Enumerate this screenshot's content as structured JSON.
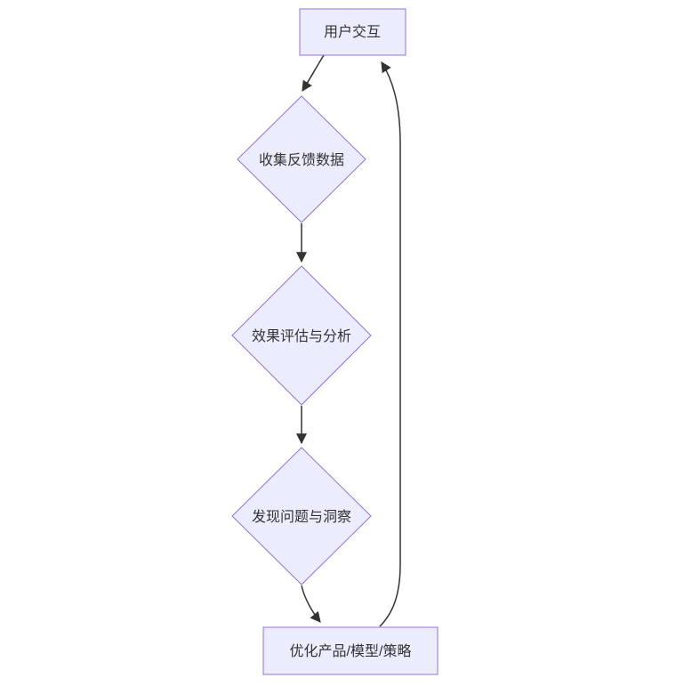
{
  "diagram": {
    "type": "flowchart",
    "direction": "top-down",
    "nodes": [
      {
        "id": "user-interaction",
        "label": "用户交互",
        "shape": "rectangle"
      },
      {
        "id": "collect-feedback",
        "label": "收集反馈数据",
        "shape": "diamond"
      },
      {
        "id": "evaluate-analyze",
        "label": "效果评估与分析",
        "shape": "diamond"
      },
      {
        "id": "discover-insights",
        "label": "发现问题与洞察",
        "shape": "diamond"
      },
      {
        "id": "optimize",
        "label": "优化产品/模型/策略",
        "shape": "rectangle"
      }
    ],
    "edges": [
      {
        "from": "user-interaction",
        "to": "collect-feedback",
        "arrow": true
      },
      {
        "from": "collect-feedback",
        "to": "evaluate-analyze",
        "arrow": true
      },
      {
        "from": "evaluate-analyze",
        "to": "discover-insights",
        "arrow": true
      },
      {
        "from": "discover-insights",
        "to": "optimize",
        "arrow": true
      },
      {
        "from": "optimize",
        "to": "user-interaction",
        "arrow": true,
        "kind": "loop-back"
      }
    ]
  },
  "theme": {
    "node_fill": "#ECECFF",
    "node_stroke": "#9370DB",
    "edge_stroke": "#333333",
    "text_color": "#333333",
    "background": "#ffffff"
  }
}
